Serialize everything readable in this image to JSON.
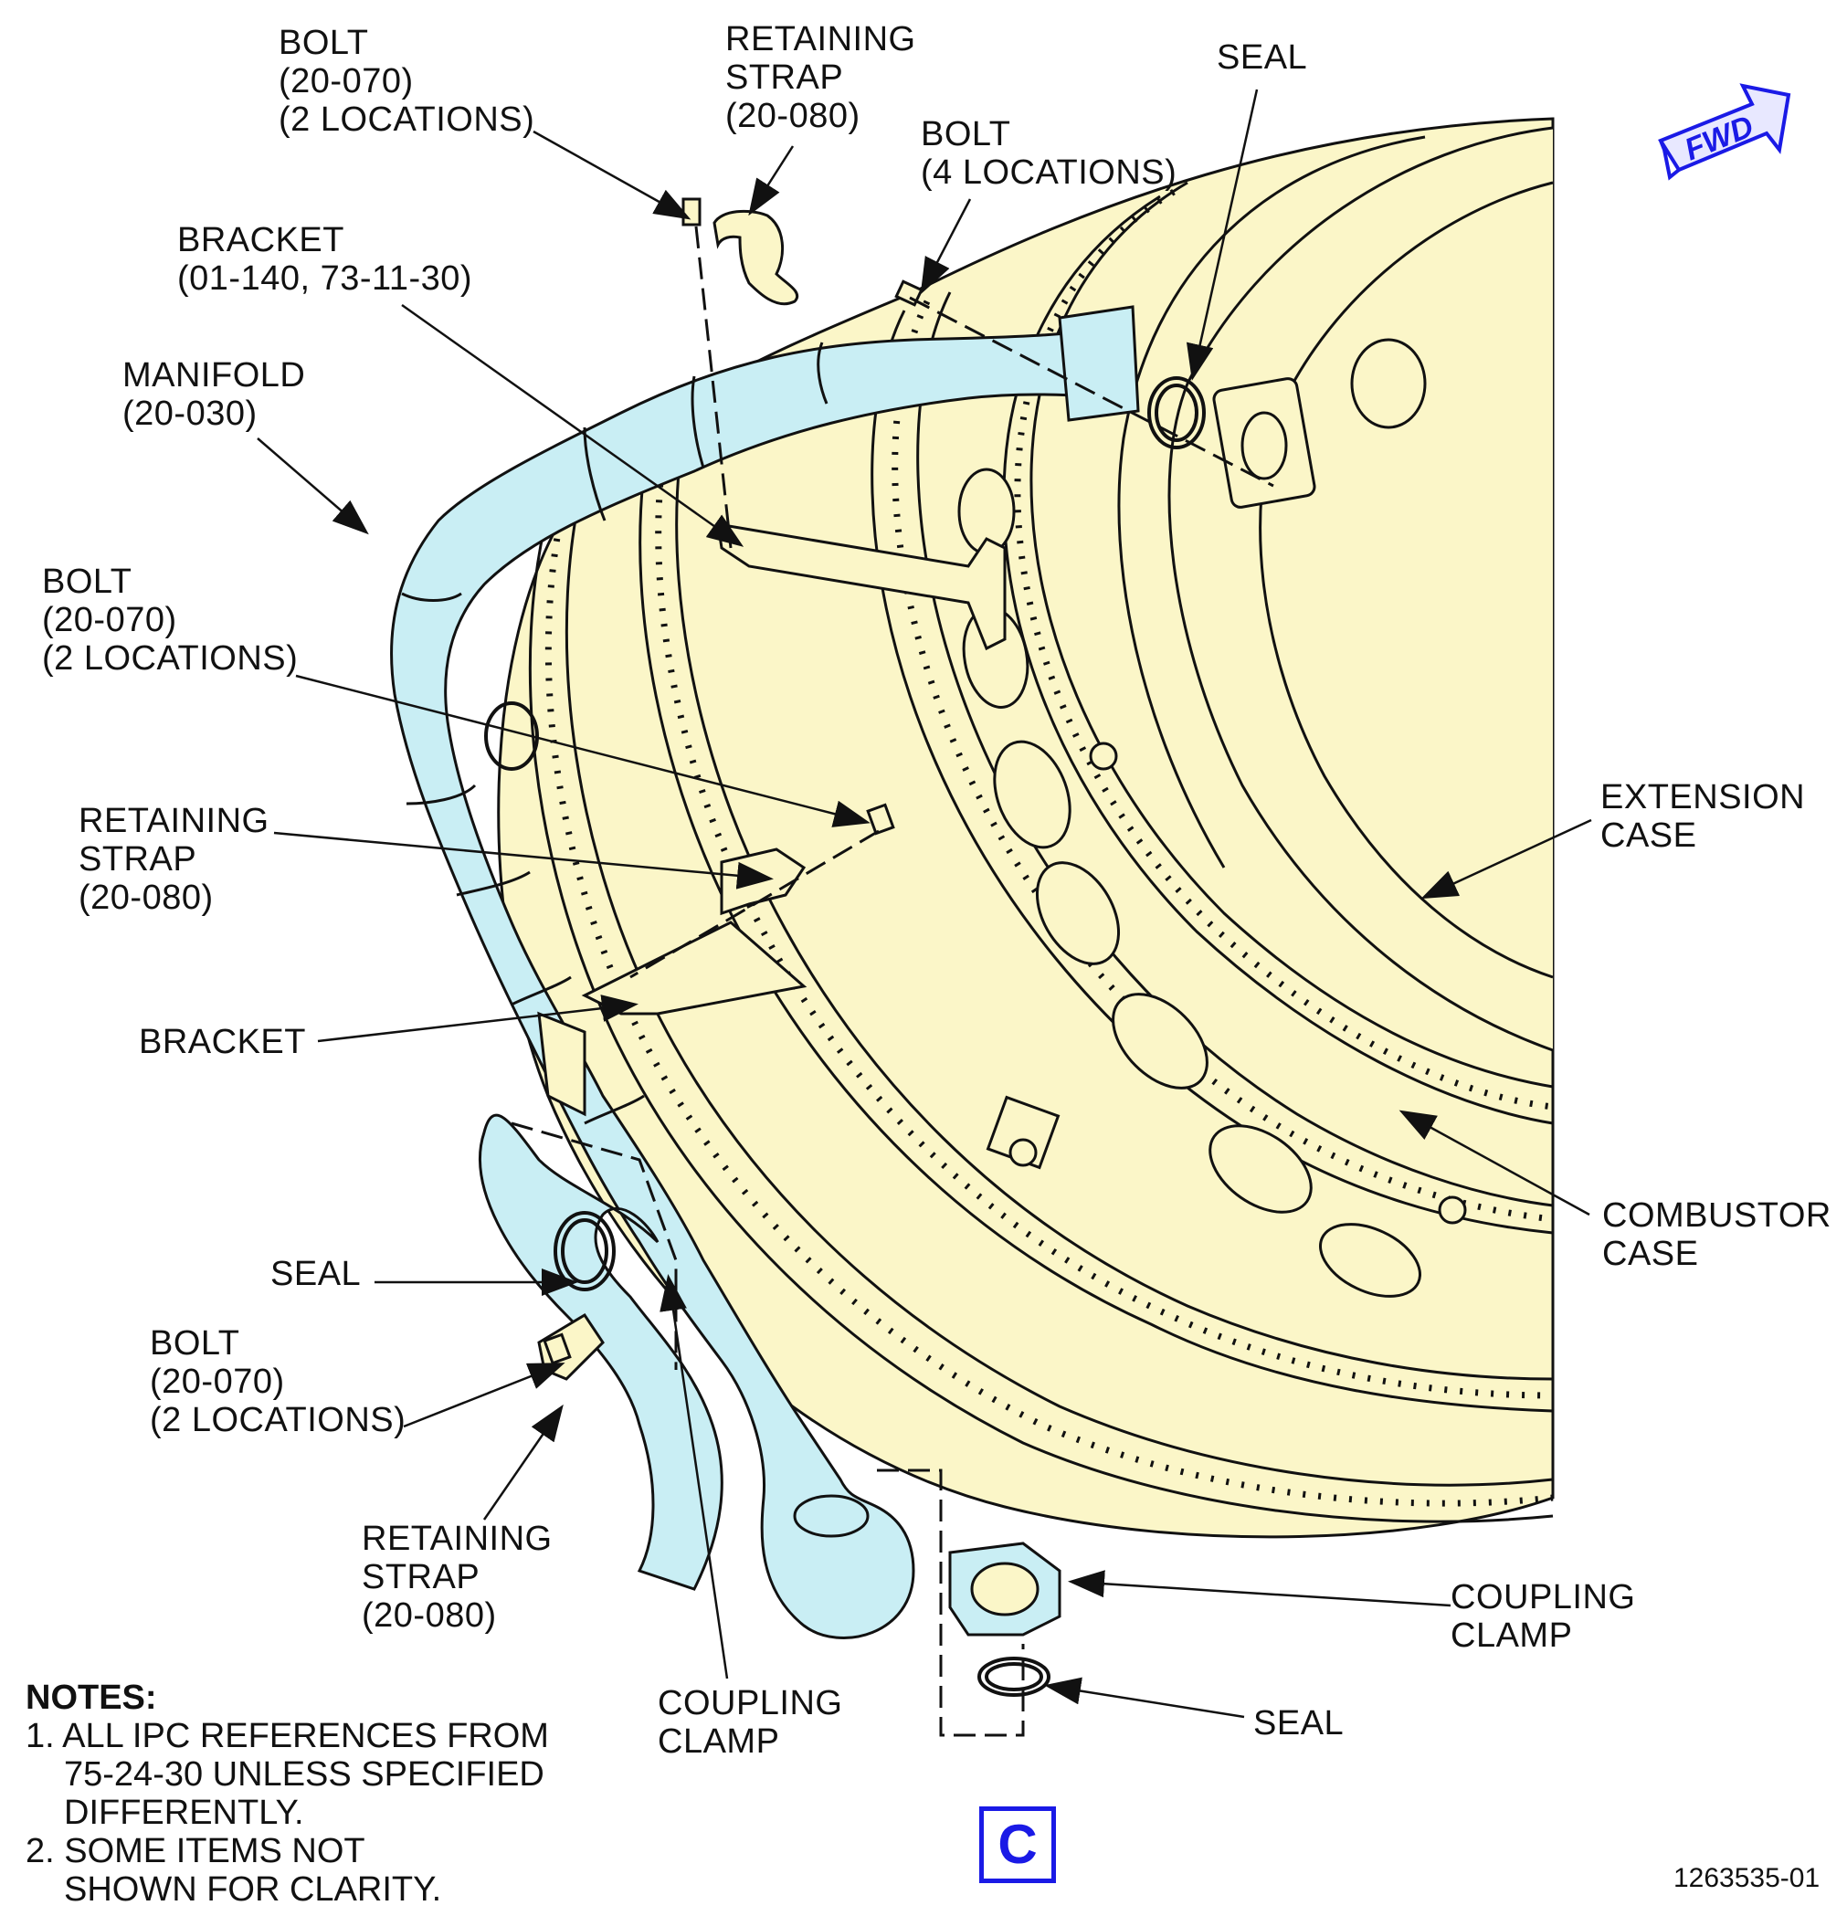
{
  "labels": {
    "bolt_top": [
      "BOLT",
      "(20-070)",
      "(2 LOCATIONS)"
    ],
    "strap_top": [
      "RETAINING",
      "STRAP",
      "(20-080)"
    ],
    "seal_top": "SEAL",
    "bolt_4loc": [
      "BOLT",
      "(4 LOCATIONS)"
    ],
    "bracket_top": [
      "BRACKET",
      "(01-140, 73-11-30)"
    ],
    "manifold": [
      "MANIFOLD",
      "(20-030)"
    ],
    "bolt_mid": [
      "BOLT",
      "(20-070)",
      "(2 LOCATIONS)"
    ],
    "strap_mid": [
      "RETAINING",
      "STRAP",
      "(20-080)"
    ],
    "bracket_mid": "BRACKET",
    "seal_left": "SEAL",
    "bolt_low": [
      "BOLT",
      "(20-070)",
      "(2 LOCATIONS)"
    ],
    "strap_low": [
      "RETAINING",
      "STRAP",
      "(20-080)"
    ],
    "coupling_clamp_bottom": [
      "COUPLING",
      "CLAMP"
    ],
    "extension_case": [
      "EXTENSION",
      "CASE"
    ],
    "combustor_case": [
      "COMBUSTOR",
      "CASE"
    ],
    "coupling_clamp_right": [
      "COUPLING",
      "CLAMP"
    ],
    "seal_bottom": "SEAL"
  },
  "notes": {
    "heading": "NOTES:",
    "items": [
      "1. ALL IPC REFERENCES FROM 75-24-30 UNLESS SPECIFIED DIFFERENTLY.",
      "2. SOME ITEMS NOT SHOWN FOR CLARITY."
    ]
  },
  "view_label": "C",
  "figure_number": "1263535-01",
  "fwd_label": "FWD",
  "colors": {
    "case_fill": "#fbf6c8",
    "manifold_fill": "#c9eef4",
    "line": "#111111",
    "accent_blue": "#1a1ae6"
  }
}
